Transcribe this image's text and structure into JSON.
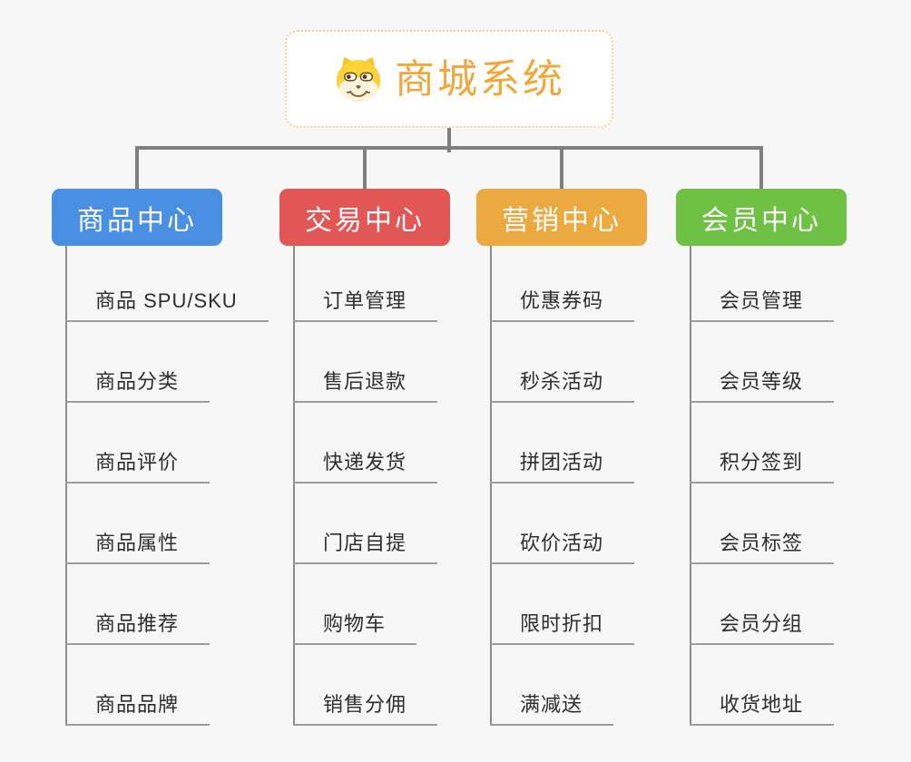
{
  "root": {
    "title": "商城系统",
    "icon": "doge-icon"
  },
  "branches": [
    {
      "label": "商品中心",
      "color": "#4A90E2",
      "children": [
        "商品 SPU/SKU",
        "商品分类",
        "商品评价",
        "商品属性",
        "商品推荐",
        "商品品牌"
      ]
    },
    {
      "label": "交易中心",
      "color": "#E25755",
      "children": [
        "订单管理",
        "售后退款",
        "快递发货",
        "门店自提",
        "购物车",
        "销售分佣"
      ]
    },
    {
      "label": "营销中心",
      "color": "#EBA93F",
      "children": [
        "优惠券码",
        "秒杀活动",
        "拼团活动",
        "砍价活动",
        "限时折扣",
        "满减送"
      ]
    },
    {
      "label": "会员中心",
      "color": "#6EC142",
      "children": [
        "会员管理",
        "会员等级",
        "积分签到",
        "会员标签",
        "会员分组",
        "收货地址"
      ]
    }
  ],
  "theme": {
    "background": "#F7F7F7",
    "root_text_color": "#F0A83C",
    "root_border_color": "#F6CE8F",
    "connector_color": "#7F7F7F",
    "leaf_line_color": "#9C9C9C",
    "leaf_text_color": "#2D2D2D"
  }
}
